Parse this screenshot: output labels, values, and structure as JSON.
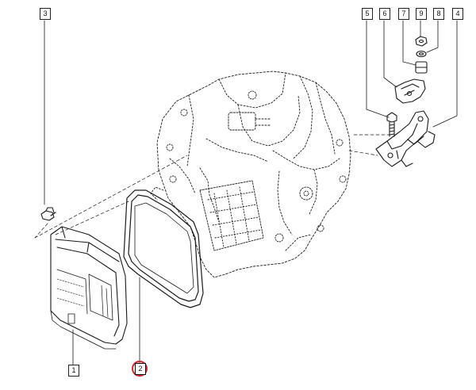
{
  "callouts": {
    "c1": "1",
    "c2": "2",
    "c3": "3",
    "c4": "4",
    "c5": "5",
    "c6": "6",
    "c7": "7",
    "c8": "8",
    "c9": "9"
  },
  "highlight": {
    "target": "2",
    "color": "#d9262c"
  }
}
